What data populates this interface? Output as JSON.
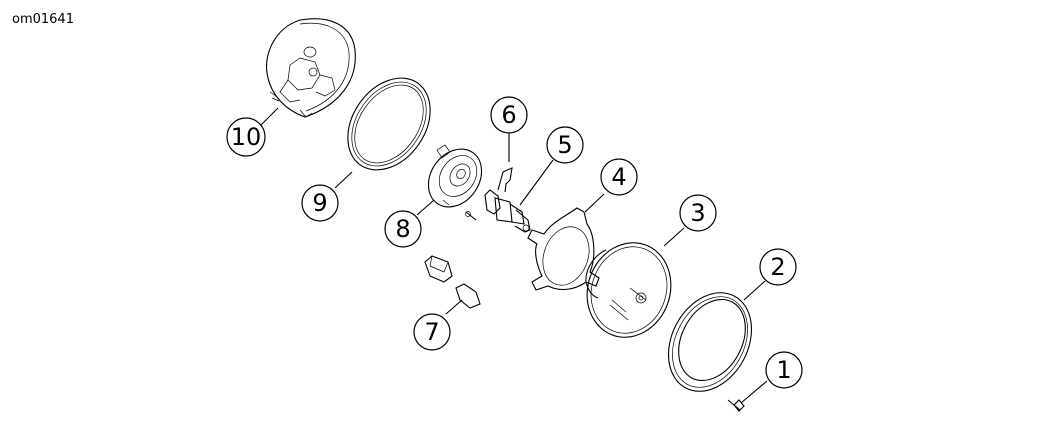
{
  "reference_code": "om01641",
  "callouts": [
    {
      "label": "1",
      "part": "screw"
    },
    {
      "label": "2",
      "part": "rim"
    },
    {
      "label": "3",
      "part": "headlamp-unit"
    },
    {
      "label": "4",
      "part": "mounting-bracket"
    },
    {
      "label": "5",
      "part": "headlamp-bulb"
    },
    {
      "label": "6",
      "part": "bulb-retaining-clip"
    },
    {
      "label": "7",
      "part": "position-lamp-bulb"
    },
    {
      "label": "8",
      "part": "bulb-holder"
    },
    {
      "label": "9",
      "part": "seal"
    },
    {
      "label": "10",
      "part": "headlamp-shell"
    }
  ]
}
